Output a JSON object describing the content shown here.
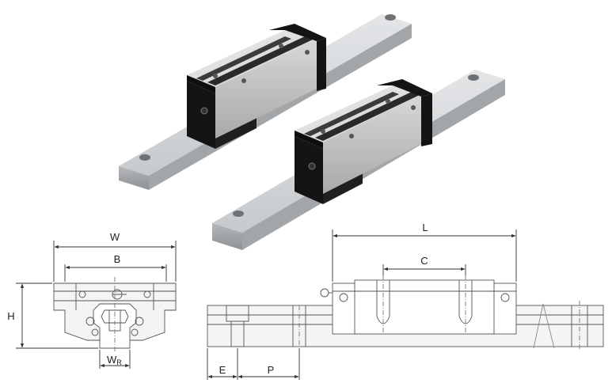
{
  "figure": {
    "labels": {
      "W": "W",
      "B": "B",
      "H": "H",
      "WR_main": "W",
      "WR_sub": "R",
      "L": "L",
      "C": "C",
      "E": "E",
      "P": "P"
    },
    "colors": {
      "rail_top": "#d4d6d8",
      "rail_side": "#a7aaad",
      "block_top": "#dcdcdc",
      "block_stripe": "#2a2a2a",
      "seal_black": "#141414",
      "line": "#555555",
      "dim_line": "#333333",
      "shade": "#efefef"
    }
  }
}
